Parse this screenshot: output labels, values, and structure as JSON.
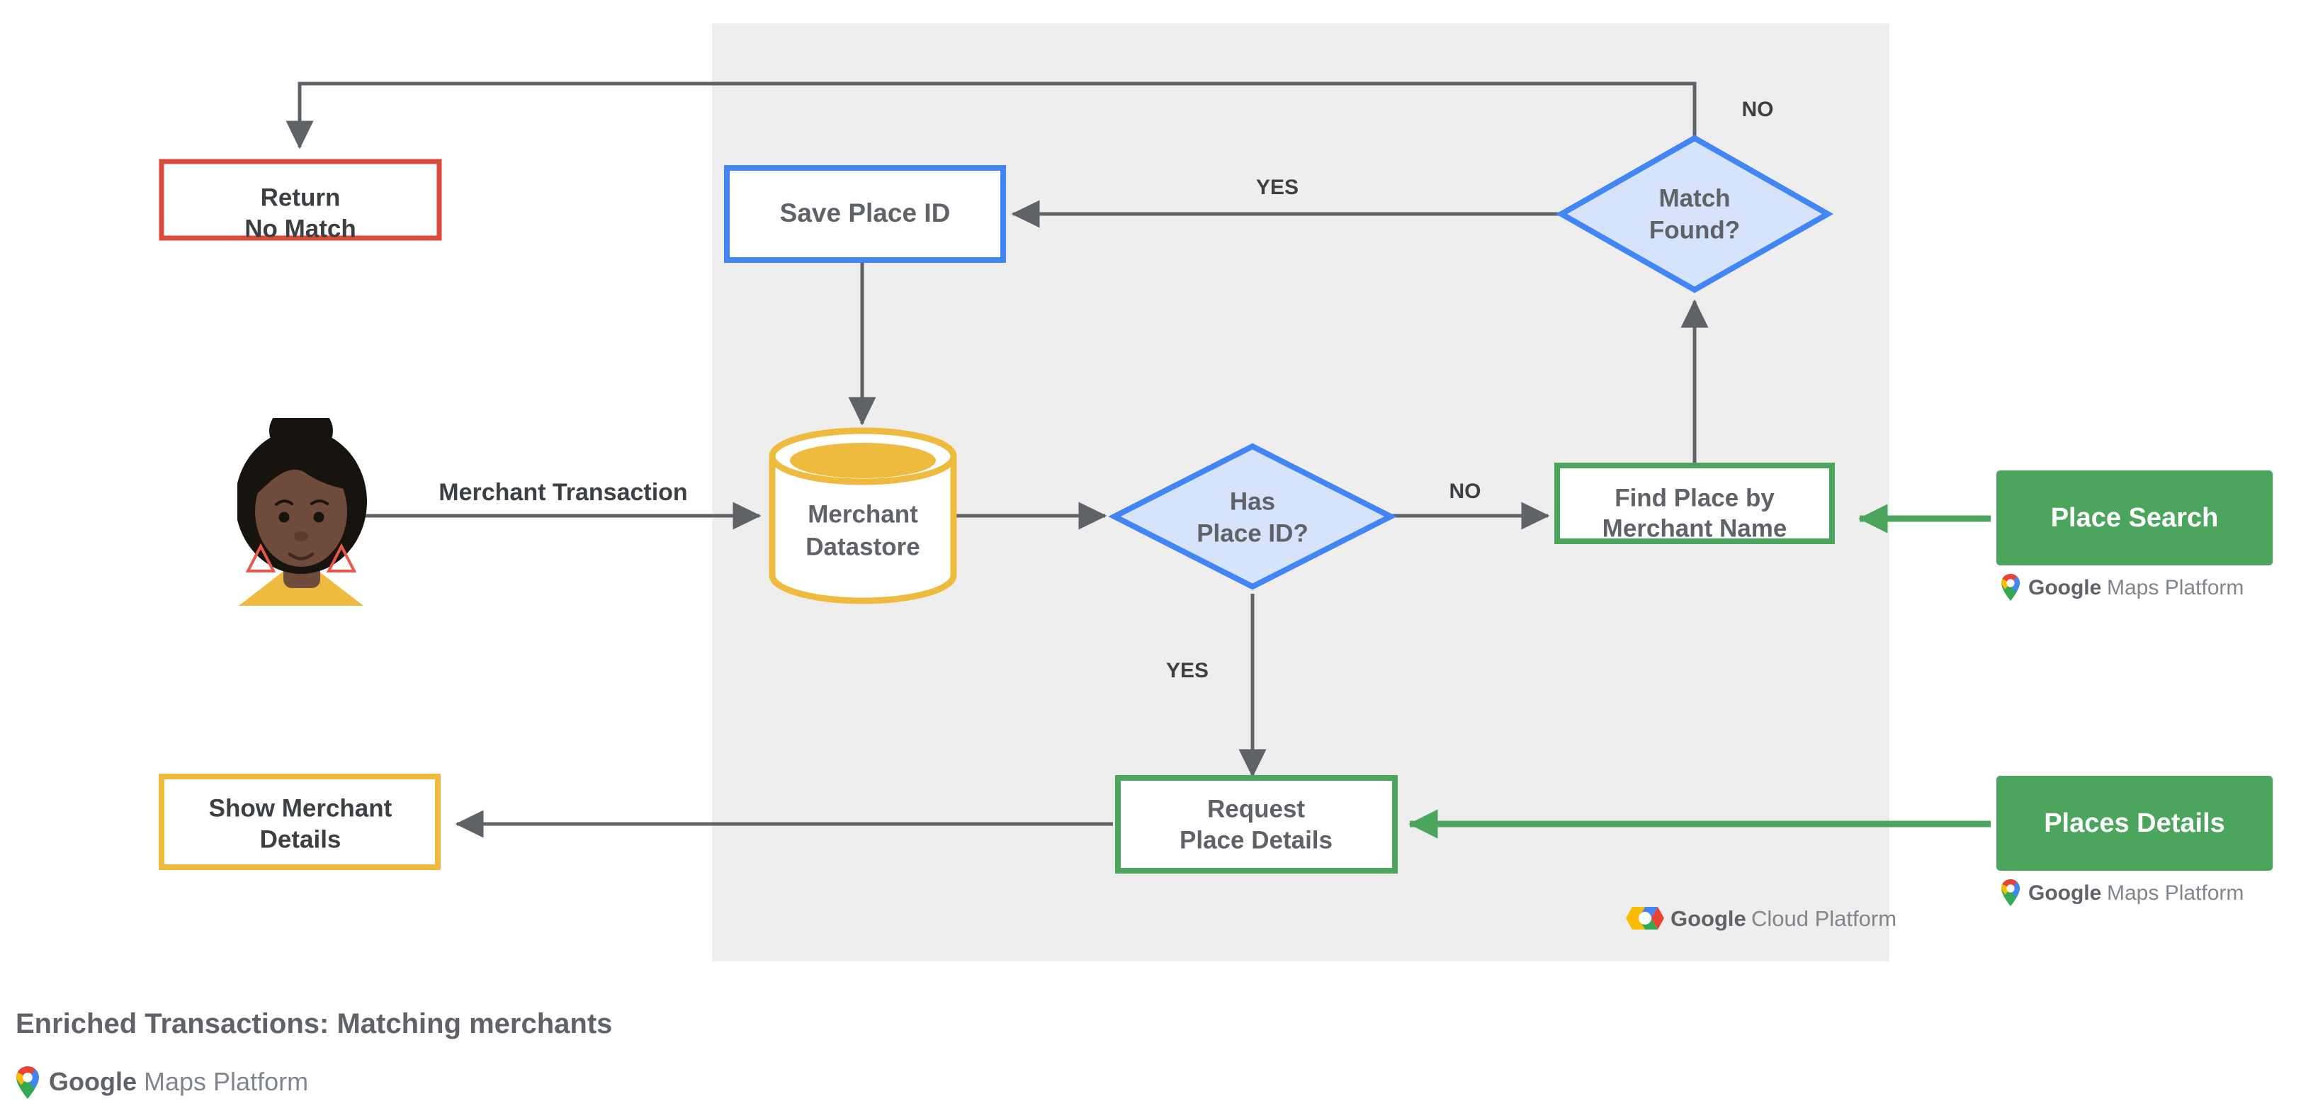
{
  "diagram": {
    "caption": "Enriched Transactions: Matching merchants",
    "panel": {
      "name": "google-cloud-platform-panel",
      "background_color": "#EEEEEE",
      "logo_label_bold": "Google",
      "logo_label_light": "Cloud Platform"
    },
    "actor": {
      "name": "merchant-customer-avatar",
      "skin_color": "#6E4B3A",
      "hair_color": "#17130F",
      "shirt_color": "#EFBB3E",
      "earring_color": "#E8584A"
    },
    "nodes": [
      {
        "id": "return-no-match",
        "label_line1": "Return",
        "label_line2": "No Match",
        "shape": "rect",
        "border_color": "#DB4A3A",
        "fill_color": "#FFFFFF",
        "text_color": "#3c4043"
      },
      {
        "id": "save-place-id",
        "label_line1": "Save Place ID",
        "label_line2": "",
        "shape": "rect",
        "border_color": "#4285F4",
        "fill_color": "#FFFFFF",
        "text_color": "#5f6368"
      },
      {
        "id": "match-found",
        "label_line1": "Match",
        "label_line2": "Found?",
        "shape": "diamond",
        "border_color": "#4285F4",
        "fill_color": "#D7E3FB",
        "text_color": "#5f6368"
      },
      {
        "id": "merchant-datastore",
        "label_line1": "Merchant",
        "label_line2": "Datastore",
        "shape": "cylinder",
        "border_color": "#EFBB3E",
        "fill_color": "#FFFFFF",
        "text_color": "#5f6368"
      },
      {
        "id": "has-place-id",
        "label_line1": "Has",
        "label_line2": "Place ID?",
        "shape": "diamond",
        "border_color": "#4285F4",
        "fill_color": "#D7E3FB",
        "text_color": "#5f6368"
      },
      {
        "id": "find-place-by-merchant-name",
        "label_line1": "Find Place by",
        "label_line2": "Merchant Name",
        "shape": "rect",
        "border_color": "#4CA55C",
        "fill_color": "#FFFFFF",
        "text_color": "#5f6368"
      },
      {
        "id": "request-place-details",
        "label_line1": "Request",
        "label_line2": "Place Details",
        "shape": "rect",
        "border_color": "#4CA55C",
        "fill_color": "#FFFFFF",
        "text_color": "#5f6368"
      },
      {
        "id": "show-merchant-details",
        "label_line1": "Show Merchant",
        "label_line2": "Details",
        "shape": "rect",
        "border_color": "#EFBB3E",
        "fill_color": "#FFFFFF",
        "text_color": "#3c4043"
      },
      {
        "id": "place-search",
        "label_line1": "Place Search",
        "label_line2": "",
        "shape": "filled-rect",
        "border_color": "#4CA55C",
        "fill_color": "#4CA55C",
        "text_color": "#FFFFFF"
      },
      {
        "id": "places-details",
        "label_line1": "Places Details",
        "label_line2": "",
        "shape": "filled-rect",
        "border_color": "#4CA55C",
        "fill_color": "#4CA55C",
        "text_color": "#FFFFFF"
      }
    ],
    "edge_labels": {
      "merchant_transaction": "Merchant Transaction",
      "has_place_id_no": "NO",
      "has_place_id_yes": "YES",
      "match_found_yes": "YES",
      "match_found_no": "NO"
    },
    "logos": {
      "maps_platform_bold": "Google",
      "maps_platform_light": "Maps Platform",
      "cloud_platform_bold": "Google",
      "cloud_platform_light": "Cloud Platform"
    }
  }
}
